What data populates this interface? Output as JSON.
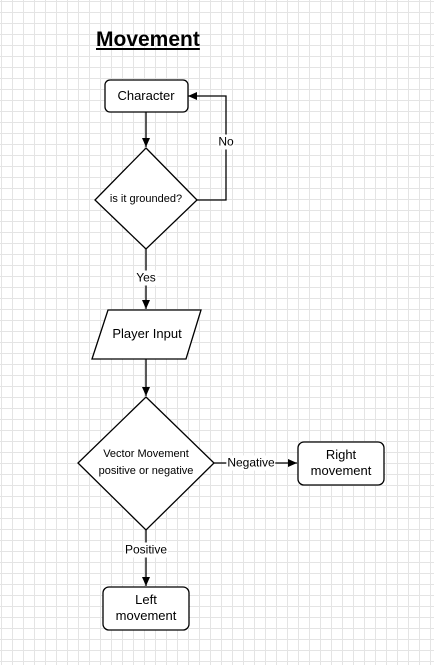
{
  "title": "Movement",
  "nodes": {
    "character": "Character",
    "grounded": "is it grounded?",
    "player_input": "Player Input",
    "vector_line1": "Vector Movement",
    "vector_line2": "positive or negative",
    "right_line1": "Right",
    "right_line2": "movement",
    "left_line1": "Left",
    "left_line2": "movement"
  },
  "edges": {
    "no": "No",
    "yes": "Yes",
    "negative": "Negative",
    "positive": "Positive"
  },
  "colors": {
    "stroke": "#000000",
    "fill": "#ffffff",
    "grid": "#e4e4e4"
  }
}
